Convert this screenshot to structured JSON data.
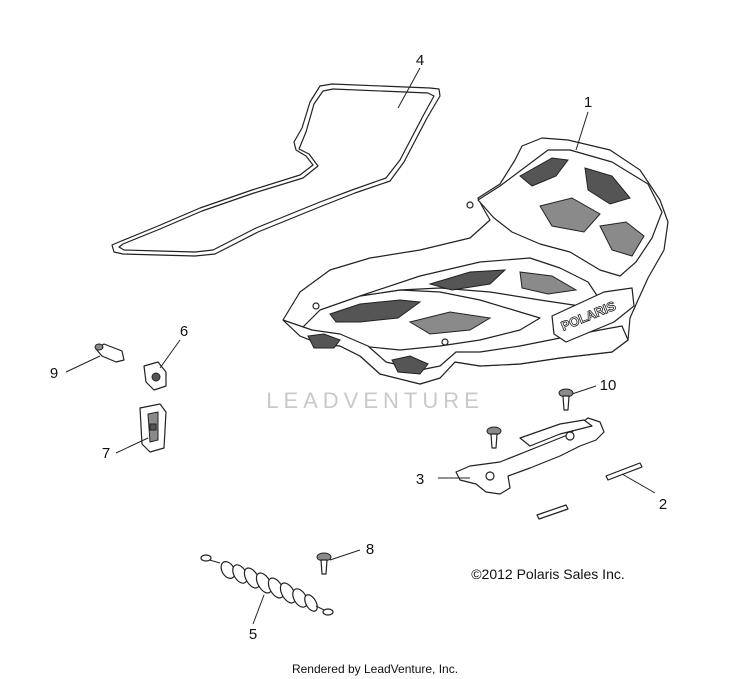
{
  "watermark": "LEADVENTURE",
  "copyright": "©2012 Polaris Sales Inc.",
  "rendered_by": "Rendered by LeadVenture, Inc.",
  "rack_logo": "POLARIS",
  "callouts": {
    "c1": "1",
    "c2": "2",
    "c3": "3",
    "c4": "4",
    "c5": "5",
    "c6": "6",
    "c7": "7",
    "c8": "8",
    "c9": "9",
    "c10": "10"
  }
}
